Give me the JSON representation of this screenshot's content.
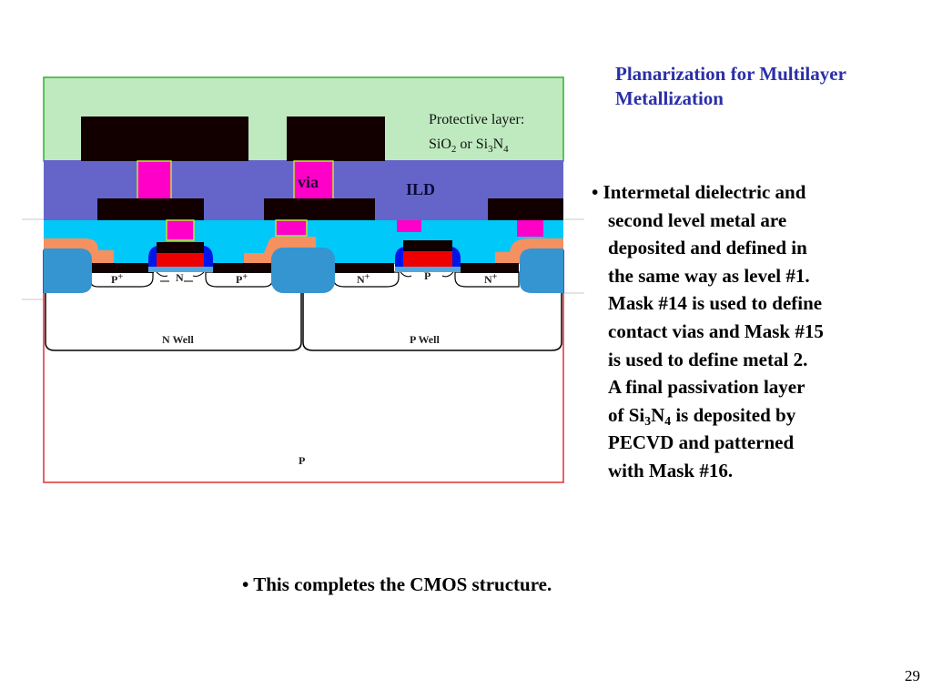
{
  "slide": {
    "title_line1": "Planarization for Multilayer",
    "title_line2": "Metallization",
    "page_number": "29"
  },
  "bullets": {
    "main": {
      "bullet_glyph": "•",
      "line1": "Intermetal dielectric and",
      "line2": "second level metal are",
      "line3": "deposited and defined in",
      "line4": "the same way as level #1.",
      "line5": "Mask #14 is used to define",
      "line6": "contact vias and Mask #15",
      "line7": "is used to define metal 2.",
      "line8": "A final passivation layer",
      "line9_pre": "of Si",
      "line9_sub1": "3",
      "line9_mid": "N",
      "line9_sub2": "4",
      "line9_post": " is deposited by",
      "line10": "PECVD and patterned",
      "line11": "with Mask #16."
    },
    "bottom": "• This completes the CMOS structure."
  },
  "diagram": {
    "labels": {
      "protective_line1": "Protective layer:",
      "protective_sio": "SiO",
      "protective_sio_sub": "2",
      "protective_or": " or Si",
      "protective_si_sub": "3",
      "protective_n": "N",
      "protective_n_sub": "4",
      "via": "via",
      "ild": "ILD",
      "p_plus_left": "P",
      "p_plus_right": "P",
      "plus": "+",
      "n_channel": "N",
      "n_plus_left": "N",
      "n_plus_right": "N",
      "p_channel": "P",
      "n_well": "N Well",
      "p_well": "P Well",
      "substrate": "P"
    },
    "colors": {
      "passivation": "#bfeabf",
      "ild": "#6565c9",
      "metal": "#120000",
      "via": "#ff00c8",
      "via_liner": "#b8e830",
      "oxide": "#00c8f8",
      "spacer_orange": "#f59060",
      "field_oxide": "#3595d0",
      "poly_gate": "#ee0000",
      "sidewall_spacer": "#0016e8",
      "gate_oxide": "#50a8e0",
      "substrate_border": "#e03030",
      "frame_border": "#30b030",
      "title_blue": "#2b2fa8"
    }
  }
}
